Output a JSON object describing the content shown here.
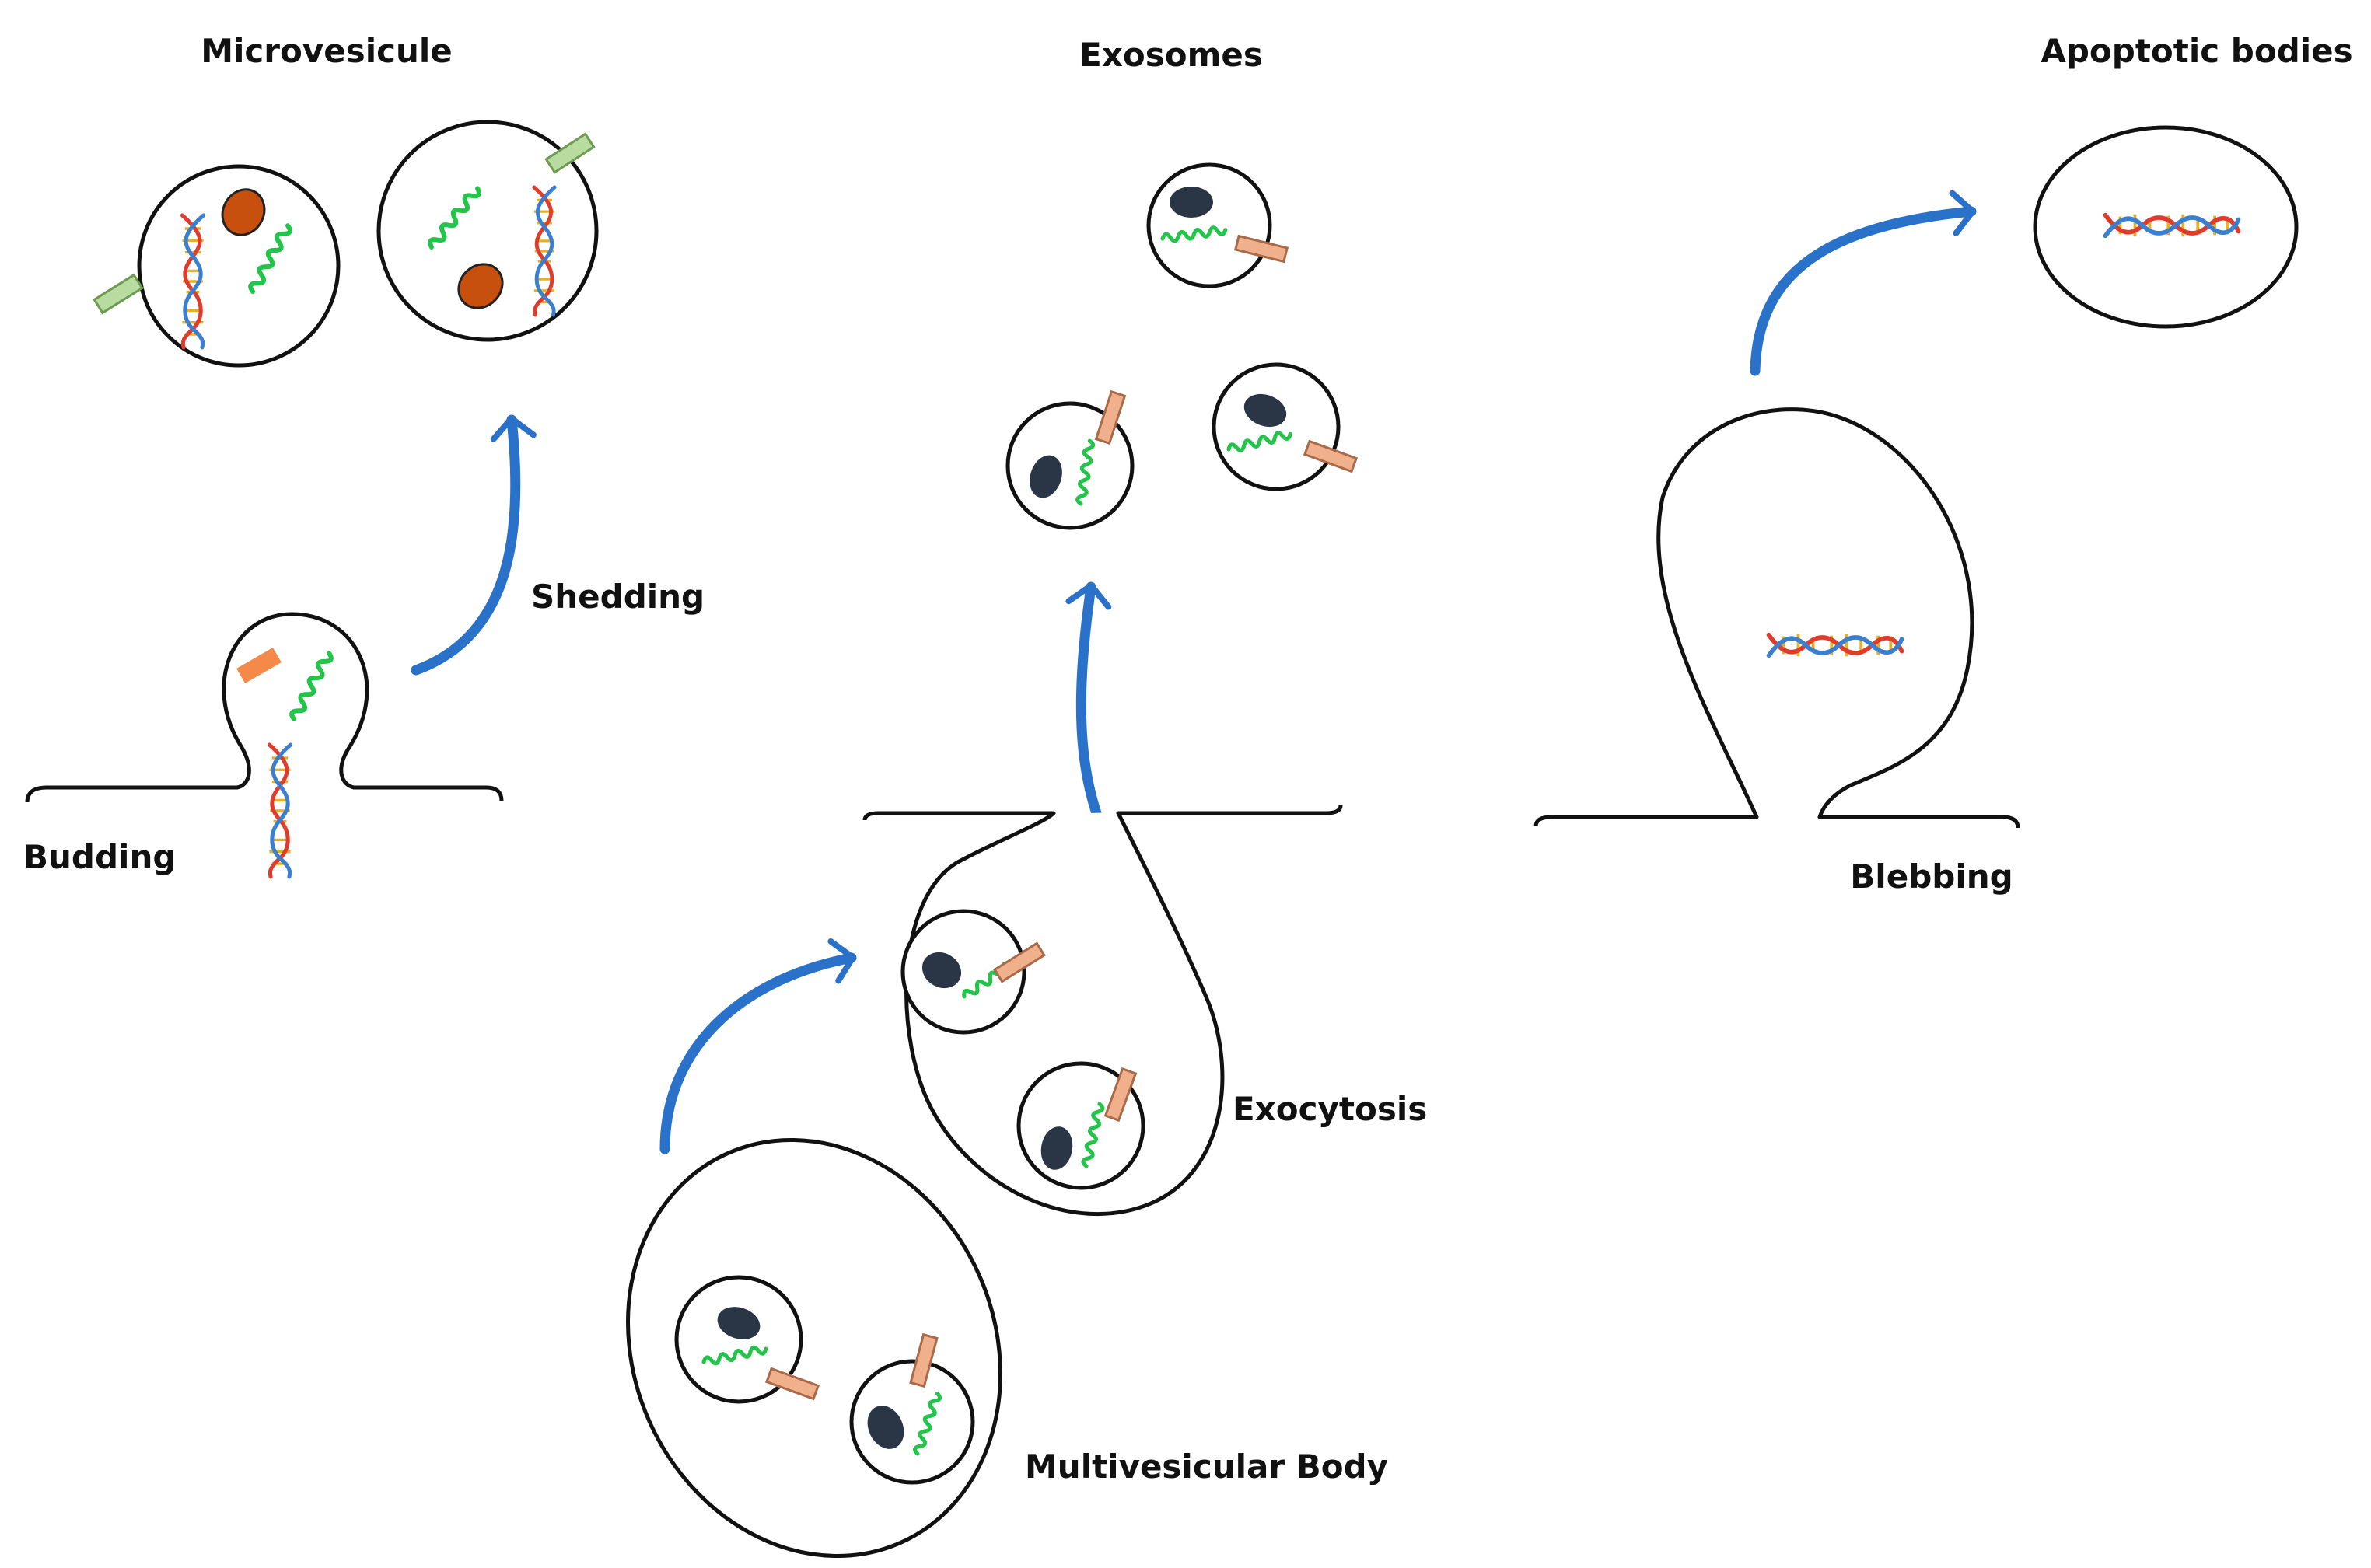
{
  "labels": {
    "microvesicle": "Microvesicule",
    "exosomes": "Exosomes",
    "apoptotic": "Apoptotic bodies",
    "shedding": "Shedding",
    "budding": "Budding",
    "exocytosis": "Exocytosis",
    "multivesicular": "Multivesicular Body",
    "blebbing": "Blebbing"
  },
  "colors": {
    "outline": "#111111",
    "arrow": "#2a72c9",
    "rna": "#22c44a",
    "nucleus_microvesicle": "#c8500e",
    "nucleus_exosome": "#2a3646",
    "protein_green": "#b8dca0",
    "protein_green_edge": "#6e9a52",
    "protein_salmon": "#f0b08c",
    "protein_salmon_edge": "#a86a48",
    "protein_orange": "#f5894a",
    "dna_red": "#e03c2c",
    "dna_blue": "#3a7fd0",
    "dna_rung": "#e6b020"
  }
}
